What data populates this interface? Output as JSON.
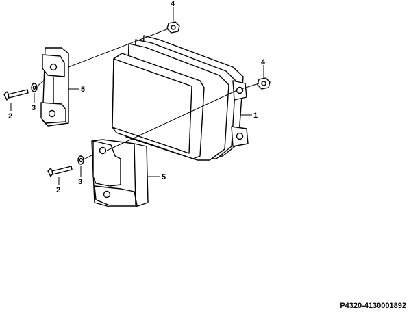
{
  "diagram": {
    "code": "P4320-4130001892",
    "callouts": [
      {
        "id": "c4a",
        "text": "4"
      },
      {
        "id": "c4b",
        "text": "4"
      },
      {
        "id": "c5a",
        "text": "5"
      },
      {
        "id": "c1",
        "text": "1"
      },
      {
        "id": "c2a",
        "text": "2"
      },
      {
        "id": "c3a",
        "text": "3"
      },
      {
        "id": "c2b",
        "text": "2"
      },
      {
        "id": "c3b",
        "text": "3"
      },
      {
        "id": "c5b",
        "text": "5"
      }
    ]
  }
}
